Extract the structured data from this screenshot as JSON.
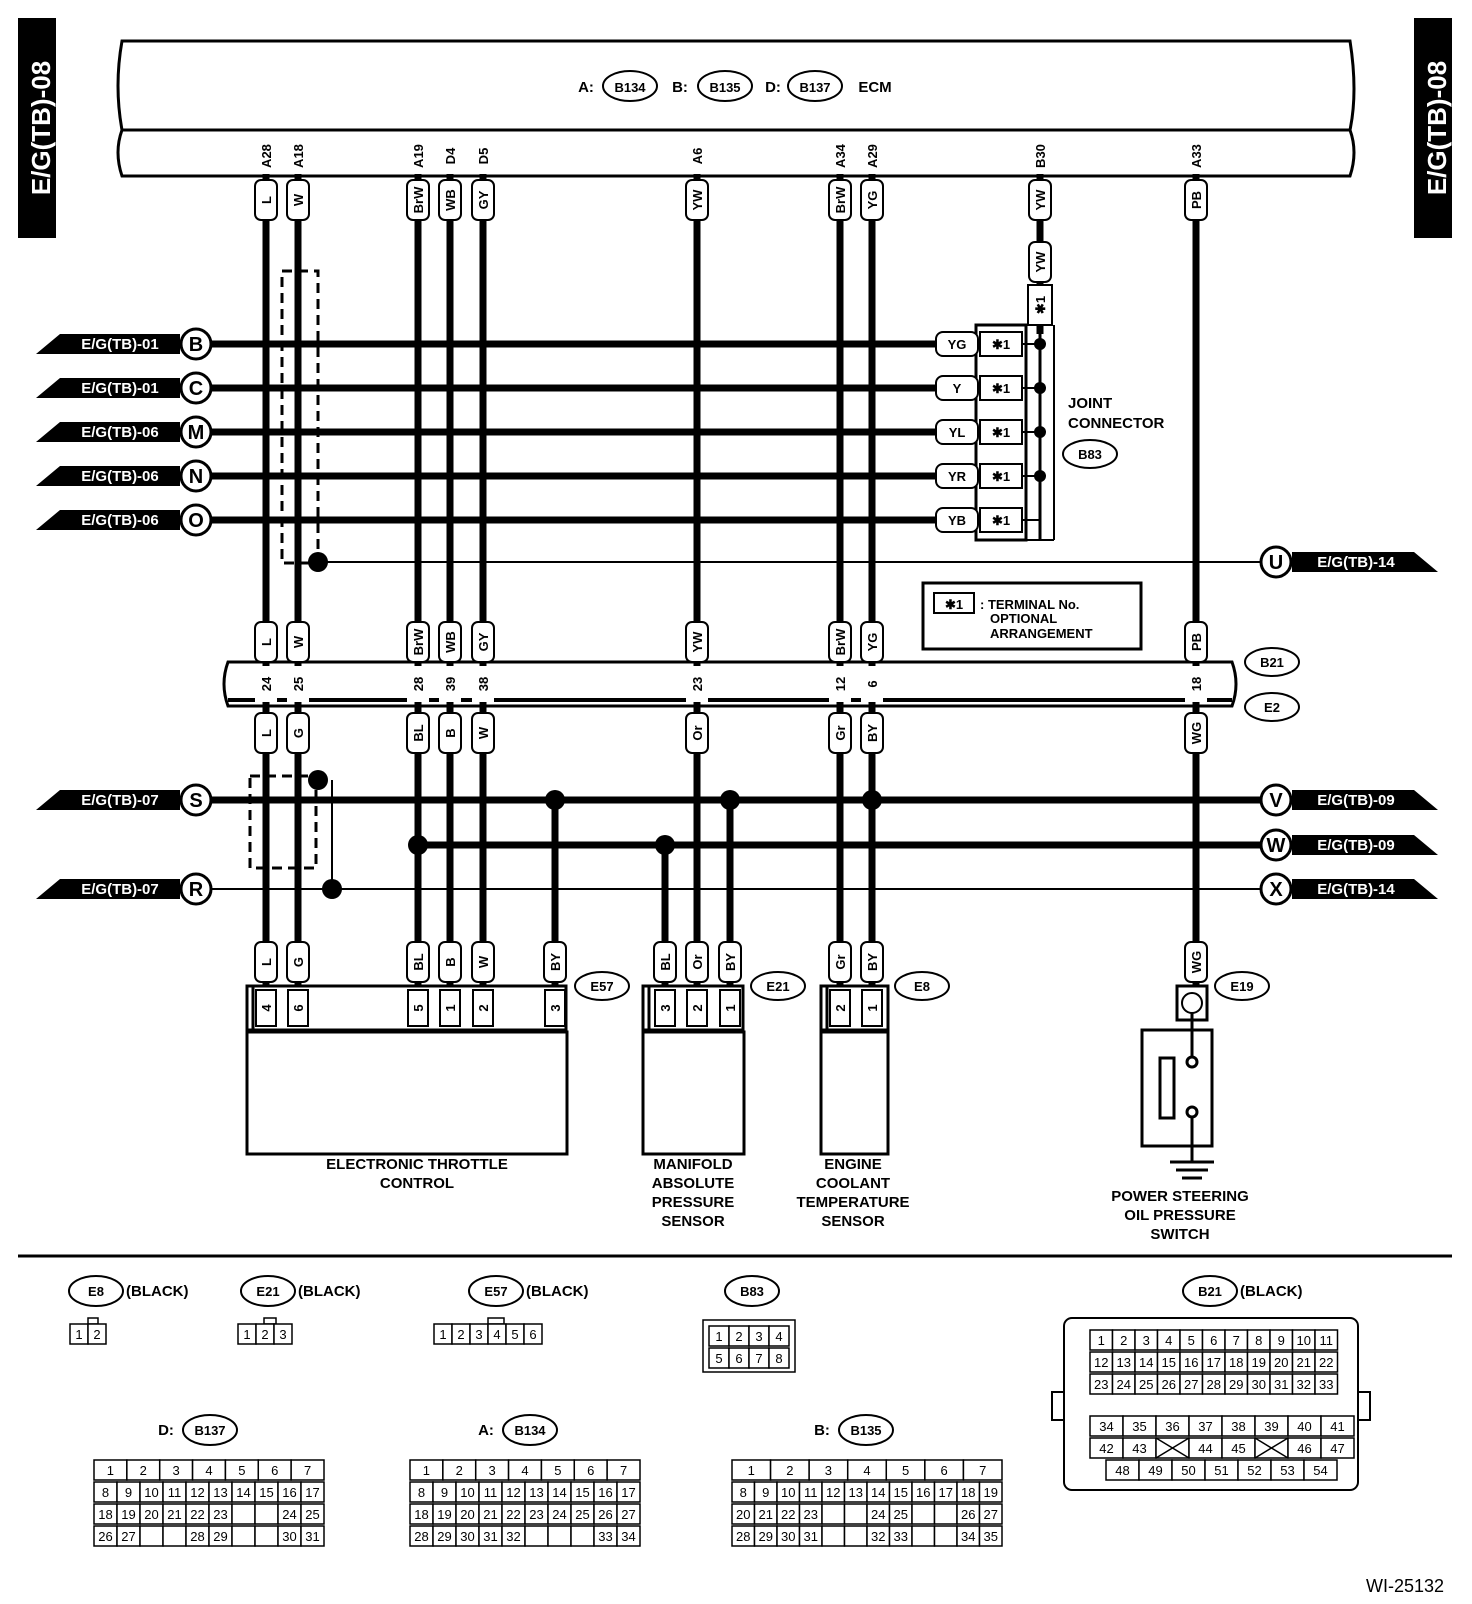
{
  "side_tag": "E/G(TB)-08",
  "ecm": {
    "connectors": [
      {
        "prefix": "A:",
        "id": "B134"
      },
      {
        "prefix": "B:",
        "id": "B135"
      },
      {
        "prefix": "D:",
        "id": "B137"
      }
    ],
    "label": "ECM"
  },
  "wires": [
    {
      "pin": "A28",
      "c1": "L",
      "b21": "24",
      "c2": "L",
      "dpin": "4",
      "dc": "L"
    },
    {
      "pin": "A18",
      "c1": "W",
      "b21": "25",
      "c2": "G",
      "dpin": "6",
      "dc": "G"
    },
    {
      "pin": "A19",
      "c1": "BrW",
      "b21": "28",
      "c2": "BL",
      "dpin": "5",
      "dc": "BL"
    },
    {
      "pin": "D4",
      "c1": "WB",
      "b21": "39",
      "c2": "B",
      "dpin": "1",
      "dc": "B"
    },
    {
      "pin": "D5",
      "c1": "GY",
      "b21": "38",
      "c2": "W",
      "dpin": "2",
      "dc": "W"
    },
    {
      "pin": "A6",
      "c1": "YW",
      "b21": "23",
      "c2": "Or",
      "dpin": "2",
      "dc": "Or"
    },
    {
      "pin": "A34",
      "c1": "BrW",
      "b21": "12",
      "c2": "Gr",
      "dpin": "2",
      "dc": "Gr"
    },
    {
      "pin": "A29",
      "c1": "YG",
      "b21": "6",
      "c2": "BY",
      "dpin": "1",
      "dc": "BY"
    },
    {
      "pin": "B30",
      "c1": "YW"
    },
    {
      "pin": "A33",
      "c1": "PB",
      "b21": "18",
      "c2": "WG",
      "dc": "WG"
    }
  ],
  "e57_extra": {
    "dpin": "3",
    "dc": "BY"
  },
  "e21_pins": [
    {
      "p": "3",
      "c": "BL"
    },
    {
      "p": "2",
      "c": "Or"
    },
    {
      "p": "1",
      "c": "BY"
    }
  ],
  "joint": {
    "top_color": "YW",
    "star": "✱1",
    "rows": [
      {
        "ref": "E/G(TB)-01",
        "letter": "B",
        "color": "YG"
      },
      {
        "ref": "E/G(TB)-01",
        "letter": "C",
        "color": "Y"
      },
      {
        "ref": "E/G(TB)-06",
        "letter": "M",
        "color": "YL"
      },
      {
        "ref": "E/G(TB)-06",
        "letter": "N",
        "color": "YR"
      },
      {
        "ref": "E/G(TB)-06",
        "letter": "O",
        "color": "YB"
      }
    ],
    "title_1": "JOINT",
    "title_2": "CONNECTOR",
    "id": "B83"
  },
  "offpage": {
    "U": {
      "letter": "U",
      "ref": "E/G(TB)-14"
    },
    "S": {
      "letter": "S",
      "ref": "E/G(TB)-07"
    },
    "R": {
      "letter": "R",
      "ref": "E/G(TB)-07"
    },
    "V": {
      "letter": "V",
      "ref": "E/G(TB)-09"
    },
    "W": {
      "letter": "W",
      "ref": "E/G(TB)-09"
    },
    "X": {
      "letter": "X",
      "ref": "E/G(TB)-14"
    }
  },
  "note": {
    "star": "✱1",
    "line1": ": TERMINAL No.",
    "line2": "OPTIONAL",
    "line3": "ARRANGEMENT"
  },
  "conn_b21": "B21",
  "conn_e2": "E2",
  "devices": {
    "e57": {
      "id": "E57",
      "name1": "ELECTRONIC THROTTLE",
      "name2": "CONTROL"
    },
    "e21": {
      "id": "E21",
      "name1": "MANIFOLD",
      "name2": "ABSOLUTE",
      "name3": "PRESSURE",
      "name4": "SENSOR"
    },
    "e8": {
      "id": "E8",
      "name1": "ENGINE",
      "name2": "COOLANT",
      "name3": "TEMPERATURE",
      "name4": "SENSOR"
    },
    "e19": {
      "id": "E19",
      "name1": "POWER STEERING",
      "name2": "OIL PRESSURE",
      "name3": "SWITCH"
    }
  },
  "connector_views": {
    "e8": {
      "id": "E8",
      "color": "(BLACK)",
      "pins": [
        "1",
        "2"
      ]
    },
    "e21": {
      "id": "E21",
      "color": "(BLACK)",
      "pins": [
        "1",
        "2",
        "3"
      ]
    },
    "e57": {
      "id": "E57",
      "color": "(BLACK)",
      "pins": [
        "1",
        "2",
        "3",
        "4",
        "5",
        "6"
      ]
    },
    "b83": {
      "id": "B83",
      "row1": [
        "1",
        "2",
        "3",
        "4"
      ],
      "row2": [
        "5",
        "6",
        "7",
        "8"
      ]
    },
    "b21": {
      "id": "B21",
      "color": "(BLACK)",
      "rows_top": [
        [
          "1",
          "2",
          "3",
          "4",
          "5",
          "6",
          "7",
          "8",
          "9",
          "10",
          "11"
        ],
        [
          "12",
          "13",
          "14",
          "15",
          "16",
          "17",
          "18",
          "19",
          "20",
          "21",
          "22"
        ],
        [
          "23",
          "24",
          "25",
          "26",
          "27",
          "28",
          "29",
          "30",
          "31",
          "32",
          "33"
        ]
      ],
      "rows_bottom": [
        [
          "34",
          "35",
          "36",
          "37",
          "38",
          "39",
          "40",
          "41"
        ],
        [
          "42",
          "43",
          "",
          "44",
          "45",
          "",
          "46",
          "47"
        ],
        [
          "48",
          "49",
          "50",
          "51",
          "52",
          "53",
          "54"
        ]
      ]
    },
    "b137": {
      "prefix": "D:",
      "id": "B137",
      "rows": [
        [
          "1",
          "",
          "2",
          "3",
          "4",
          "5",
          "6",
          "7"
        ],
        [
          "8",
          "9",
          "10",
          "11",
          "12",
          "13",
          "14",
          "15",
          "16",
          "17"
        ],
        [
          "18",
          "19",
          "20",
          "21",
          "22",
          "23",
          "",
          "",
          "24",
          "25"
        ],
        [
          "26",
          "27",
          "",
          "",
          "28",
          "29",
          "",
          "",
          "30",
          "31"
        ]
      ]
    },
    "b134": {
      "prefix": "A:",
      "id": "B134",
      "rows": [
        [
          "1",
          "",
          "2",
          "3",
          "4",
          "5",
          "6",
          "7"
        ],
        [
          "8",
          "9",
          "10",
          "11",
          "12",
          "13",
          "14",
          "15",
          "16",
          "17"
        ],
        [
          "18",
          "19",
          "20",
          "21",
          "22",
          "23",
          "24",
          "25",
          "26",
          "27"
        ],
        [
          "28",
          "29",
          "30",
          "31",
          "32",
          "",
          "",
          "",
          "33",
          "34"
        ]
      ]
    },
    "b135": {
      "prefix": "B:",
      "id": "B135",
      "rows": [
        [
          "1",
          "",
          "2",
          "",
          "3",
          "4",
          "5",
          "6",
          "7"
        ],
        [
          "8",
          "9",
          "10",
          "11",
          "12",
          "13",
          "14",
          "15",
          "16",
          "17",
          "18",
          "19"
        ],
        [
          "20",
          "21",
          "22",
          "23",
          "",
          "",
          "24",
          "25",
          "",
          "",
          "26",
          "27"
        ],
        [
          "28",
          "29",
          "30",
          "31",
          "",
          "",
          "32",
          "33",
          "",
          "",
          "34",
          "35"
        ]
      ]
    }
  },
  "footer_code": "WI-25132"
}
